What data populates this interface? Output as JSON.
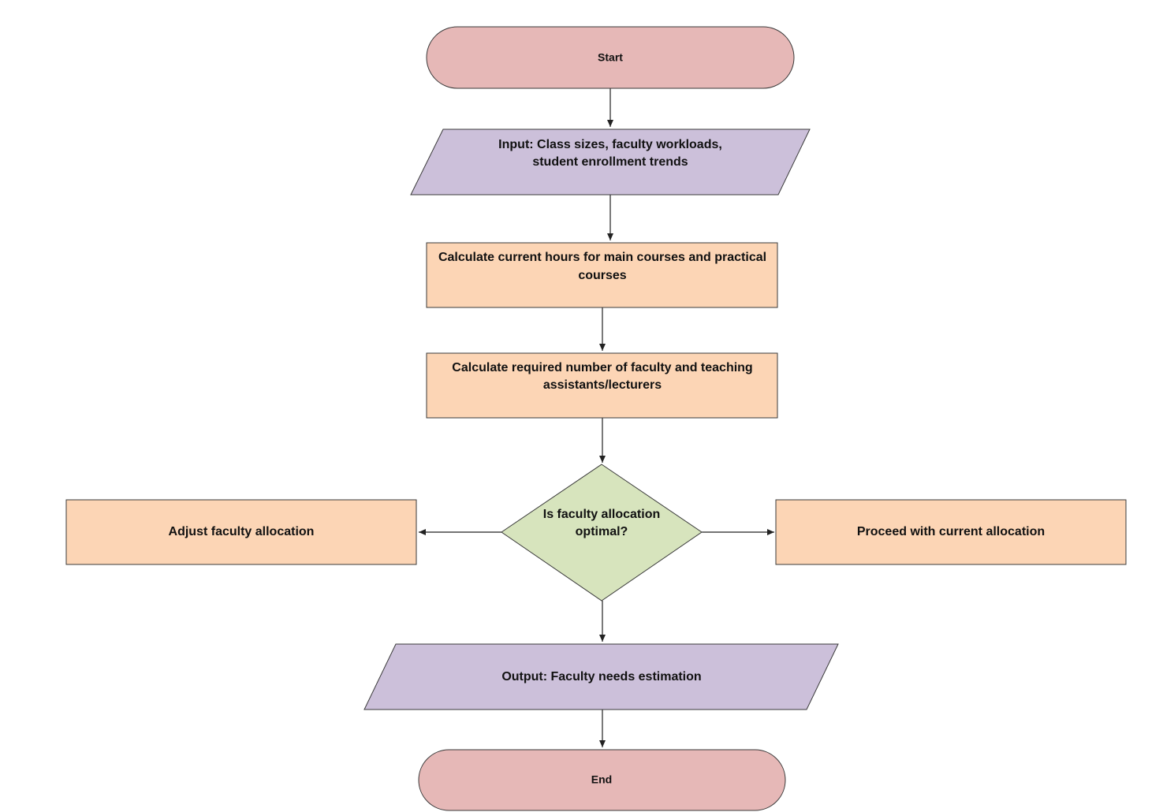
{
  "colors": {
    "terminal": "#e6b8b7",
    "io": "#ccc0da",
    "process": "#fcd5b5",
    "decision": "#d7e4bd",
    "stroke": "#3a3a3a",
    "arrow": "#222222"
  },
  "nodes": {
    "start": {
      "label": "Start"
    },
    "input": {
      "line1": "Input: Class sizes, faculty workloads,",
      "line2": "student enrollment trends"
    },
    "calc_hours": {
      "line1": "Calculate current hours for main courses and practical",
      "line2": "courses"
    },
    "calc_required": {
      "line1": "Calculate required number of faculty and teaching",
      "line2": "assistants/lecturers"
    },
    "decision": {
      "line1": "Is faculty allocation",
      "line2": "optimal?"
    },
    "adjust": {
      "label": "Adjust faculty allocation"
    },
    "proceed": {
      "label": "Proceed with current allocation"
    },
    "output": {
      "label": "Output: Faculty needs estimation"
    },
    "end": {
      "label": "End"
    }
  }
}
